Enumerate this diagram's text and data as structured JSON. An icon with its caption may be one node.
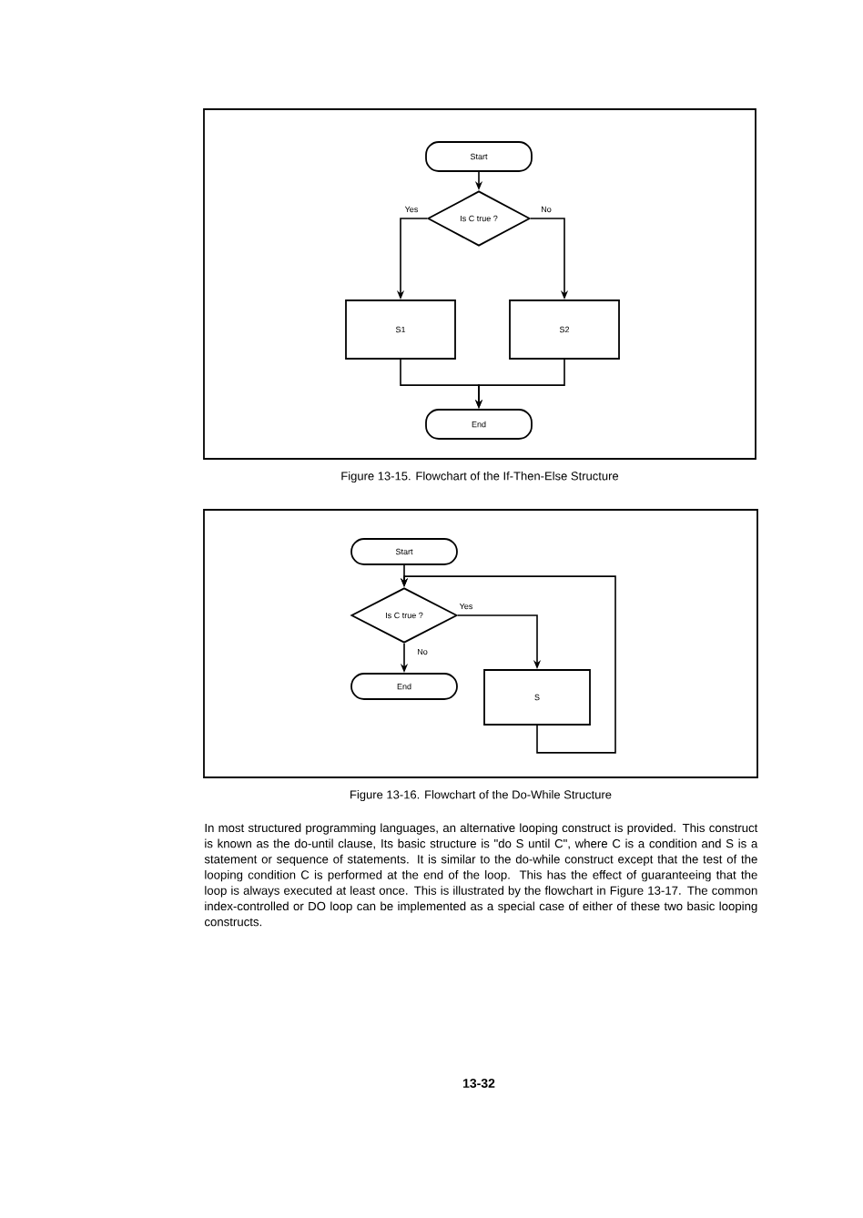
{
  "diagram": {
    "nodes": [
      {
        "text": [
          "Figure 13-15. Flowchart of the If-Then-Else Structure"
        ]
      },
      {
        "text": [
          "Start"
        ],
        "in": 0
      },
      {
        "text": [
          "Is C true ?"
        ],
        "in": 0
      },
      {
        "text": [
          "S1"
        ],
        "in": 0
      },
      {
        "text": [
          "S2"
        ],
        "in": 0
      },
      {
        "text": [
          "End"
        ],
        "in": 0
      },
      {
        "text": [
          "Figure 13-16. Flowchart of the Do-While Structure"
        ]
      },
      {
        "text": [
          "Start"
        ],
        "in": 6
      },
      {
        "text": [
          "Is C true ?"
        ],
        "in": 6
      },
      {
        "text": [
          "End"
        ],
        "in": 6
      },
      {
        "text": [
          "S"
        ],
        "in": 6
      }
    ],
    "edges": [
      {
        "from": 1,
        "to": 2,
        "arrow": "to"
      },
      {
        "from": 2,
        "to": 3,
        "arrow": "to",
        "label": "Yes"
      },
      {
        "from": 2,
        "to": 4,
        "arrow": "to",
        "label": "No"
      },
      {
        "from": 3,
        "to": 5,
        "arrow": "to"
      },
      {
        "from": 4,
        "to": 5,
        "arrow": "to"
      },
      {
        "from": 7,
        "to": 8,
        "arrow": "to"
      },
      {
        "from": 8,
        "to": 10,
        "arrow": "to",
        "label": "Yes"
      },
      {
        "from": 8,
        "to": 9,
        "arrow": "to",
        "label": "No"
      },
      {
        "from": 10,
        "to": 8,
        "arrow": "to"
      }
    ],
    "labels": [
      "In most structured programming languages, an alternative looping construct is provided. This construct is known as the do-until clause, Its basic structure is \"do S until C\", where C is a condition and S is a statement or sequence of statements. It is similar to the do-while construct except that the test of the looping condition C is performed at the end of the loop. This has the effect of guaranteeing that the loop is always executed at least once. This is illustrated by the flowchart in Figure 13-17. The common index-controlled or DO loop can be implemented as a special case of either of these two basic looping constructs.",
      "13-32"
    ]
  }
}
